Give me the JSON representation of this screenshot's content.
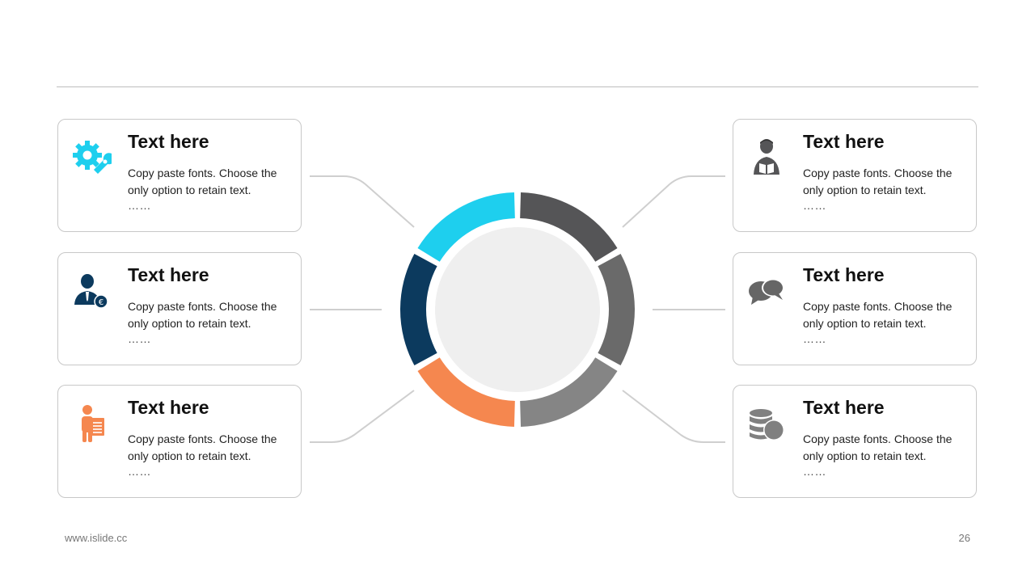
{
  "colors": {
    "cyan": "#1ecfee",
    "navy": "#0c3a5e",
    "orange": "#f5874f",
    "dark_gray": "#555557",
    "mid_gray": "#6a6a6a",
    "light_gray": "#858585",
    "center": "#efefef",
    "icon_gray": "#666666"
  },
  "ring_segments": [
    {
      "name": "top-left",
      "color": "#1ecfee"
    },
    {
      "name": "top-right",
      "color": "#555557"
    },
    {
      "name": "right",
      "color": "#6a6a6a"
    },
    {
      "name": "bottom-right",
      "color": "#858585"
    },
    {
      "name": "bottom-left",
      "color": "#f5874f"
    },
    {
      "name": "left",
      "color": "#0c3a5e"
    }
  ],
  "cards": [
    {
      "title": "Text here",
      "body": "Copy paste fonts. Choose the only option to retain text.",
      "dots": "……",
      "icon": "gear-wrench-icon"
    },
    {
      "title": "Text here",
      "body": "Copy paste fonts. Choose the only option to retain text.",
      "dots": "……",
      "icon": "businessman-euro-icon"
    },
    {
      "title": "Text here",
      "body": "Copy paste fonts. Choose the only option to retain text.",
      "dots": "……",
      "icon": "person-document-icon"
    },
    {
      "title": "Text here",
      "body": "Copy paste fonts. Choose the only option to retain text.",
      "dots": "……",
      "icon": "person-reading-icon"
    },
    {
      "title": "Text here",
      "body": "Copy paste fonts. Choose the only option to retain text.",
      "dots": "……",
      "icon": "chat-bubbles-icon"
    },
    {
      "title": "Text here",
      "body": "Copy paste fonts. Choose the only option to retain text.",
      "dots": "……",
      "icon": "coins-icon"
    }
  ],
  "footer": {
    "url": "www.islide.cc",
    "page": "26"
  }
}
